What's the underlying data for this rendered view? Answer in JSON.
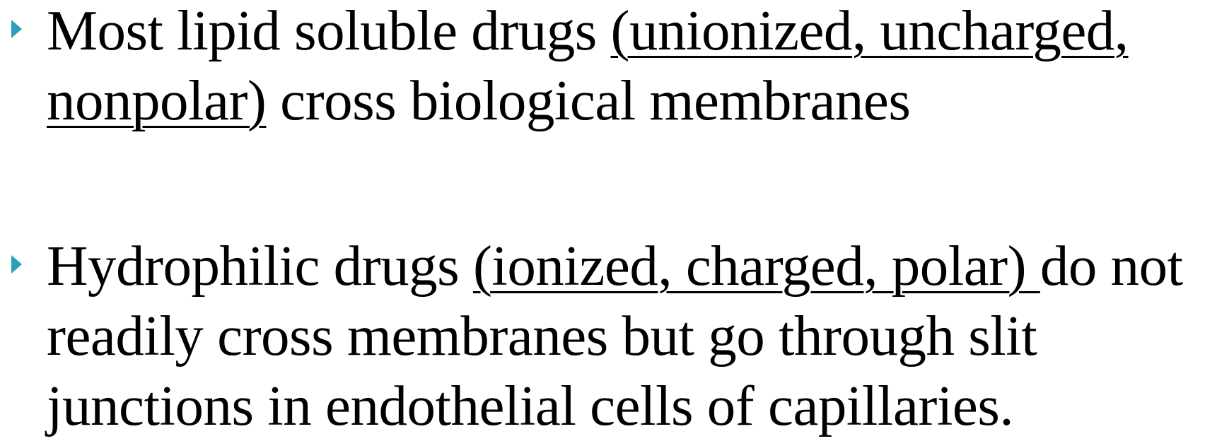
{
  "bullets": [
    {
      "segments": [
        {
          "text": "Most lipid soluble drugs ",
          "underline": false
        },
        {
          "text": "(unionized, uncharged, nonpolar)",
          "underline": true
        },
        {
          "text": " cross biological membranes",
          "underline": false
        }
      ]
    },
    {
      "segments": [
        {
          "text": "Hydrophilic drugs ",
          "underline": false
        },
        {
          "text": "(ionized, charged, polar) ",
          "underline": true
        },
        {
          "text": "do not readily cross membranes but go through slit junctions in endothelial cells of capillaries.",
          "underline": false
        }
      ]
    }
  ],
  "colors": {
    "bullet": "#2aa0b8",
    "text": "#000000",
    "background": "#ffffff"
  },
  "icons": {
    "bullet": "triangle-bullet-icon"
  }
}
